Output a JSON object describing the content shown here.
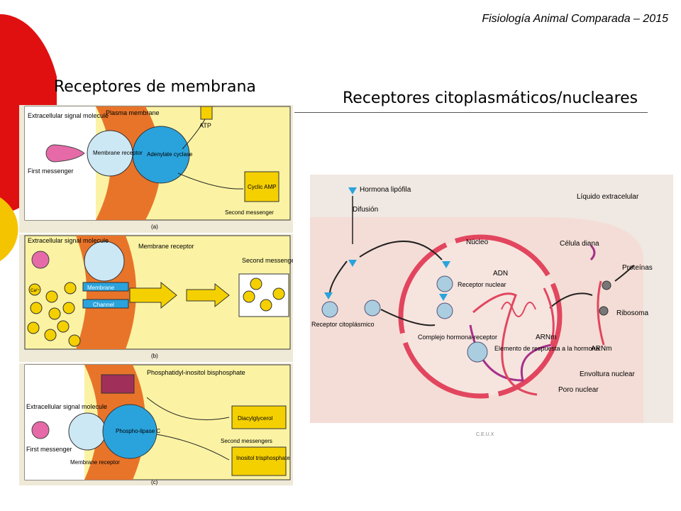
{
  "header": {
    "course": "Fisiología Animal Comparada – 2015"
  },
  "titles": {
    "left": "Receptores de membrana",
    "right": "Receptores citoplasmáticos/nucleares"
  },
  "colors": {
    "accent_red": "#e01010",
    "accent_yellow": "#f5c400",
    "membrane_orange": "#e8742a",
    "receptor_blue": "#2aa3dc",
    "signal_pink": "#e66aa8",
    "nuclear_envelope": "#e2465e"
  },
  "panel_a": {
    "signal": "Extracellular signal molecule",
    "first": "First messenger",
    "plasma": "Plasma membrane",
    "receptor": "Membrane receptor",
    "adenylate": "Adenylate cyclase",
    "atp": "ATP",
    "camp": "Cyclic AMP",
    "second": "Second messenger",
    "letter": "(a)"
  },
  "panel_b": {
    "signal": "Extracellular signal molecule",
    "receptor": "Membrane receptor",
    "membrane": "Membrane",
    "channel": "Channel",
    "second": "Second messengers",
    "ion": "Ca²⁺",
    "letter": "(b)"
  },
  "panel_c": {
    "signal": "Extracellular signal molecule",
    "first": "First messenger",
    "pip": "Phosphatidyl-inositol bisphosphate",
    "phospho": "Phospho-lipase C",
    "dag": "Diacylglycerol",
    "second": "Second messengers",
    "ip3": "Inositol trisphosphate",
    "receptor": "Membrane receptor",
    "letter": "(c)"
  },
  "nuclear": {
    "hormona": "Hormona lipófila",
    "difusion": "Difusión",
    "liquido": "Líquido extracelular",
    "nucleo": "Núcleo",
    "celula": "Célula diana",
    "adn": "ADN",
    "receptor_nuclear": "Receptor nuclear",
    "proteinas": "Proteínas",
    "receptor_cito": "Receptor citoplásmico",
    "complejo": "Complejo hormona-receptor",
    "arnm": "ARNm",
    "ribosoma": "Ribosoma",
    "elemento": "Elemento de respuesta a la hormona",
    "envoltura": "Envoltura nuclear",
    "poro": "Poro nuclear",
    "credit": "C.E.U.X"
  }
}
